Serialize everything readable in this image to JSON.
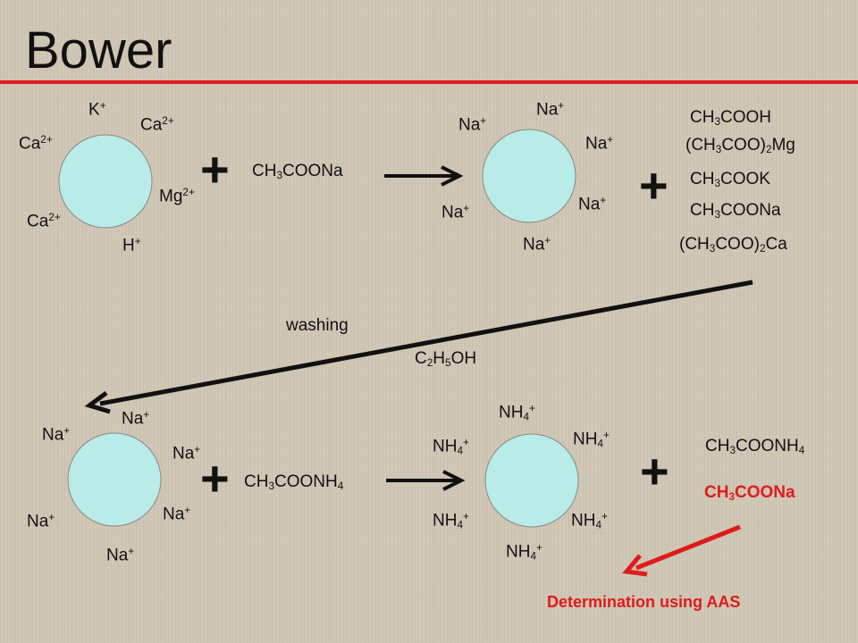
{
  "title": "Bower",
  "colors": {
    "accent": "#e01b1b",
    "circle_fill": "#b9ebe8",
    "ink": "#111111"
  },
  "top": {
    "left_ions": [
      {
        "sym": "K",
        "chg": "+"
      },
      {
        "sym": "Ca",
        "chg": "2+"
      },
      {
        "sym": "Ca",
        "chg": "2+"
      },
      {
        "sym": "Mg",
        "chg": "2+"
      },
      {
        "sym": "Ca",
        "chg": "2+"
      },
      {
        "sym": "H",
        "chg": "+"
      }
    ],
    "reagent": {
      "a": "CH",
      "a_sub": "3",
      "b": "COONa"
    },
    "right_ions": [
      {
        "sym": "Na",
        "chg": "+"
      },
      {
        "sym": "Na",
        "chg": "+"
      },
      {
        "sym": "Na",
        "chg": "+"
      },
      {
        "sym": "Na",
        "chg": "+"
      },
      {
        "sym": "Na",
        "chg": "+"
      },
      {
        "sym": "Na",
        "chg": "+"
      }
    ],
    "products": [
      {
        "a": "CH",
        "a_sub": "3",
        "b": "COOH",
        "b_sub": "",
        "c": ""
      },
      {
        "a": "(CH",
        "a_sub": "3",
        "b": "COO)",
        "b_sub": "2",
        "c": "Mg"
      },
      {
        "a": "CH",
        "a_sub": "3",
        "b": "COOK",
        "b_sub": "",
        "c": ""
      },
      {
        "a": "CH",
        "a_sub": "3",
        "b": "COONa",
        "b_sub": "",
        "c": ""
      },
      {
        "a": "(CH",
        "a_sub": "3",
        "b": "COO)",
        "b_sub": "2",
        "c": "Ca"
      }
    ]
  },
  "middle": {
    "washing_label": "washing",
    "solvent": {
      "a": "C",
      "a_sub": "2",
      "b": "H",
      "b_sub": "5",
      "c": "OH"
    }
  },
  "bottom": {
    "left_ions": [
      {
        "sym": "Na",
        "chg": "+"
      },
      {
        "sym": "Na",
        "chg": "+"
      },
      {
        "sym": "Na",
        "chg": "+"
      },
      {
        "sym": "Na",
        "chg": "+"
      },
      {
        "sym": "Na",
        "chg": "+"
      },
      {
        "sym": "Na",
        "chg": "+"
      }
    ],
    "reagent": {
      "a": "CH",
      "a_sub": "3",
      "b": "COONH",
      "b_sub": "4"
    },
    "right_ions": [
      {
        "sym": "NH",
        "sub": "4",
        "chg": "+"
      },
      {
        "sym": "NH",
        "sub": "4",
        "chg": "+"
      },
      {
        "sym": "NH",
        "sub": "4",
        "chg": "+"
      },
      {
        "sym": "NH",
        "sub": "4",
        "chg": "+"
      },
      {
        "sym": "NH",
        "sub": "4",
        "chg": "+"
      },
      {
        "sym": "NH",
        "sub": "4",
        "chg": "+"
      }
    ],
    "products": [
      {
        "a": "CH",
        "a_sub": "3",
        "b": "COONH",
        "b_sub": "4"
      },
      {
        "a": "CH",
        "a_sub": "3",
        "b": "COONa",
        "b_sub": ""
      }
    ],
    "determination": "Determination using AAS"
  }
}
